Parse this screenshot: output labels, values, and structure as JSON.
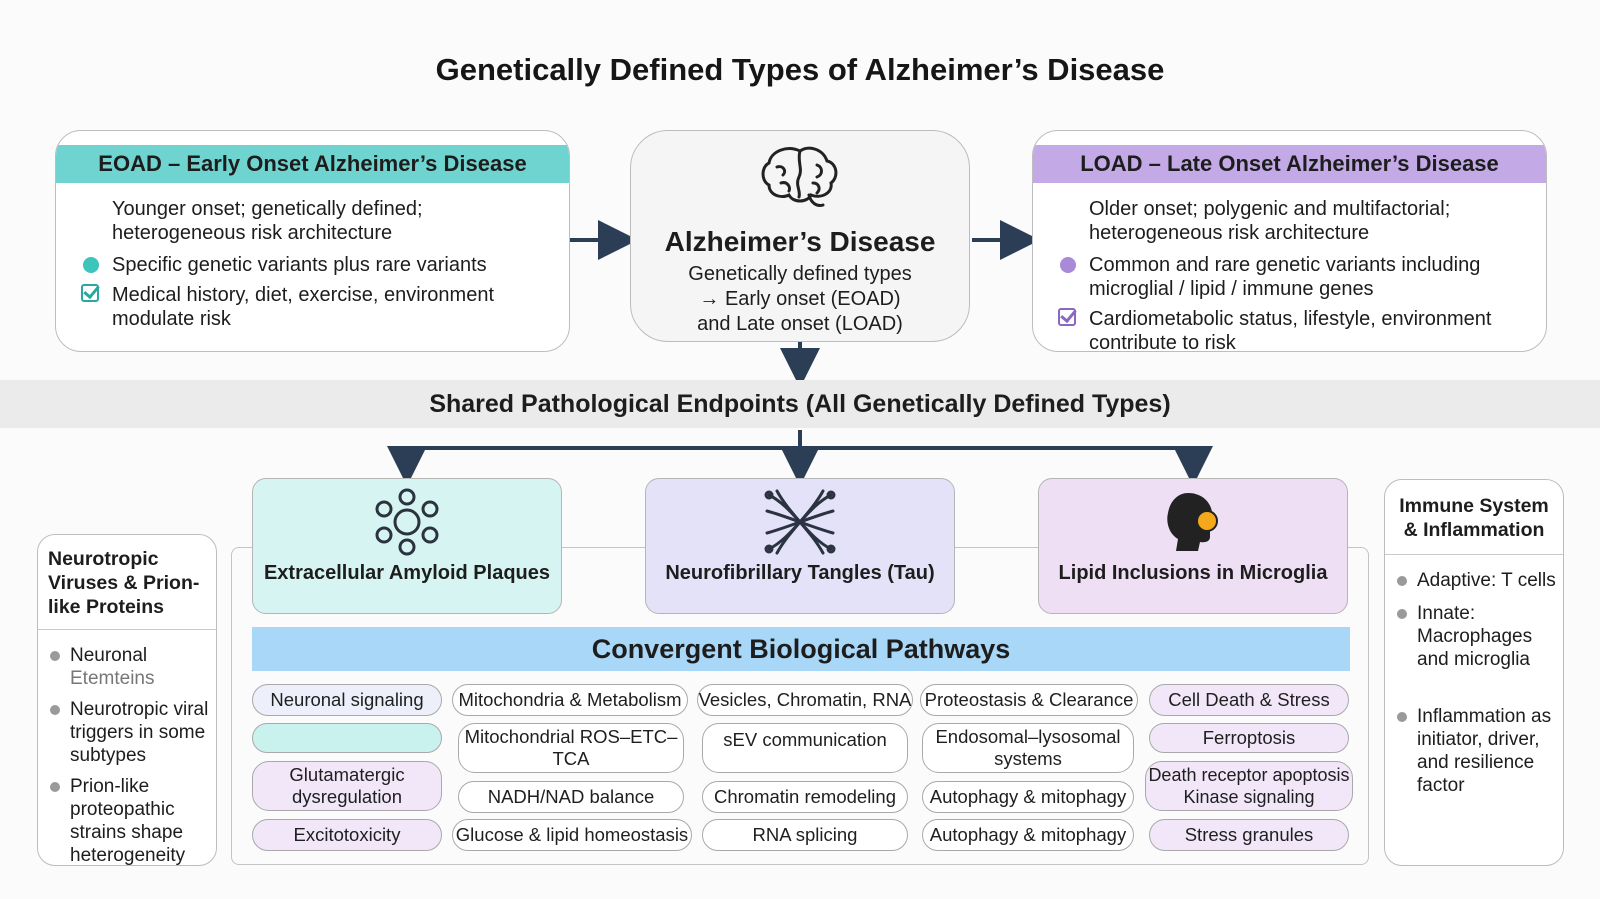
{
  "title": "Genetically Defined Types of Alzheimer’s Disease",
  "eoad": {
    "header": "EOAD – Early Onset Alzheimer’s Disease",
    "intro": "Younger onset; genetically defined; heterogeneous risk architecture",
    "items": [
      "Specific genetic variants plus rare variants",
      "Medical history, diet, exercise, environment modulate risk"
    ],
    "color": "#6fd4cf"
  },
  "center": {
    "title": "Alzheimer’s Disease",
    "line1": "Genetically defined types",
    "line2": "→ Early onset (EOAD)",
    "line3": "and Late onset (LOAD)",
    "icon": "brain-icon"
  },
  "load": {
    "header": "LOAD – Late Onset Alzheimer’s Disease",
    "intro": "Older onset; polygenic and multifactorial; heterogeneous risk architecture",
    "items": [
      "Common and rare genetic variants including microglial / lipid / immune genes",
      "Cardiometabolic status, lifestyle, environment contribute to risk"
    ],
    "color": "#c3a9e6"
  },
  "shared": "Shared Pathological Endpoints (All Genetically Defined Types)",
  "endpoints": [
    {
      "label": "Extracellular Amyloid Plaques",
      "icon": "amyloid-plaque-icon",
      "color": "#d6f4f2"
    },
    {
      "label": "Neurofibrillary Tangles (Tau)",
      "icon": "tangle-icon",
      "color": "#e4e2f8"
    },
    {
      "label": "Lipid Inclusions in Microglia",
      "icon": "head-profile-icon",
      "color": "#eedff4"
    }
  ],
  "convergent": "Convergent Biological Pathways",
  "pathways": {
    "col1": {
      "header": "Neuronal signaling",
      "items": [
        "",
        "Glutamatergic dysregulation",
        "Excitotoxicity"
      ]
    },
    "col2": {
      "header": "Mitochondria & Metabolism",
      "items": [
        "Mitochondrial ROS–ETC–TCA",
        "NADH/NAD balance",
        "Glucose & lipid homeostasis"
      ]
    },
    "col3": {
      "header": "Vesicles, Chromatin, RNA",
      "items": [
        "sEV communication",
        "Chromatin remodeling",
        "RNA splicing"
      ]
    },
    "col4": {
      "header": "Proteostasis & Clearance",
      "items": [
        "Endosomal–lysosomal systems",
        "Autophagy & mitophagy",
        "Autophagy & mitophagy"
      ]
    },
    "col5": {
      "header": "Cell Death & Stress",
      "items": [
        "Ferroptosis",
        "Death receptor apoptosis Kinase signaling",
        "Stress granules"
      ]
    }
  },
  "left_panel": {
    "header": "Neurotropic Viruses & Prion-like Proteins",
    "items": [
      "Neuronal",
      "Etemteins",
      "Neurotropic viral triggers in some subtypes",
      "Prion-like proteopathic strains shape heterogeneity"
    ]
  },
  "right_panel": {
    "header": "Immune System & Inflammation",
    "items": [
      "Adaptive: T cells",
      "Innate: Macrophages and microglia",
      "Inflammation as initiator, driver, and resilience factor"
    ]
  }
}
